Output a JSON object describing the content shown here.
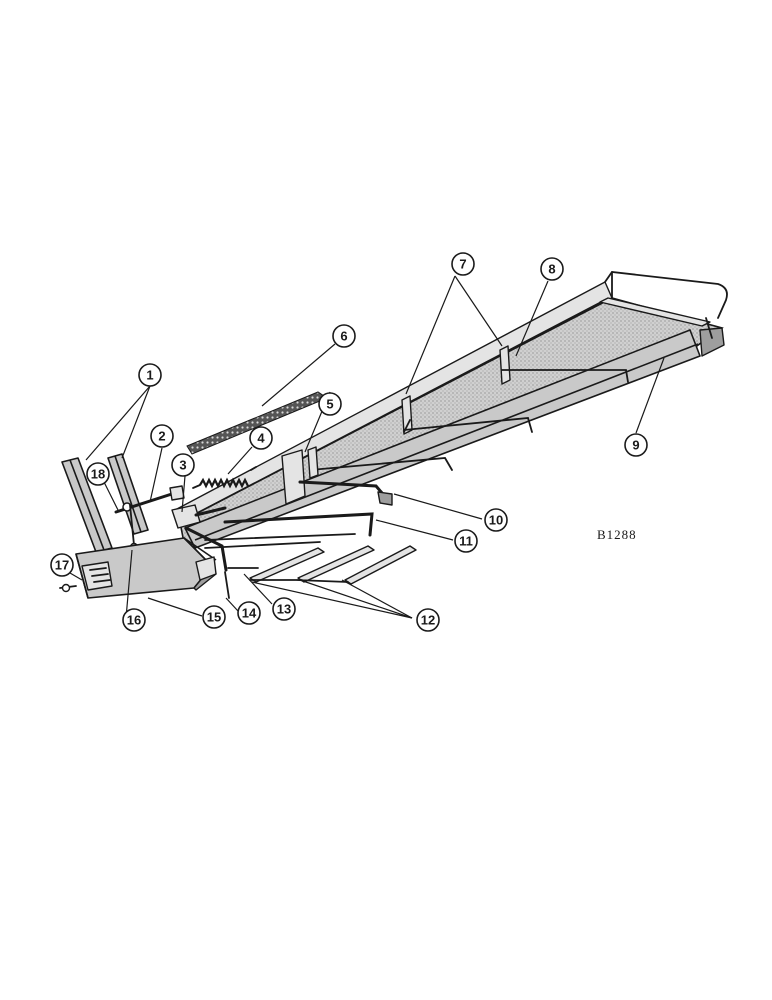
{
  "drawing": {
    "code": "B1288",
    "callouts": [
      "1",
      "2",
      "3",
      "4",
      "5",
      "6",
      "7",
      "8",
      "9",
      "10",
      "11",
      "12",
      "13",
      "14",
      "15",
      "16",
      "17",
      "18"
    ]
  },
  "colors": {
    "ink": "#1a1a1a",
    "metal": "#c9c9c9",
    "paper": "#ffffff"
  }
}
